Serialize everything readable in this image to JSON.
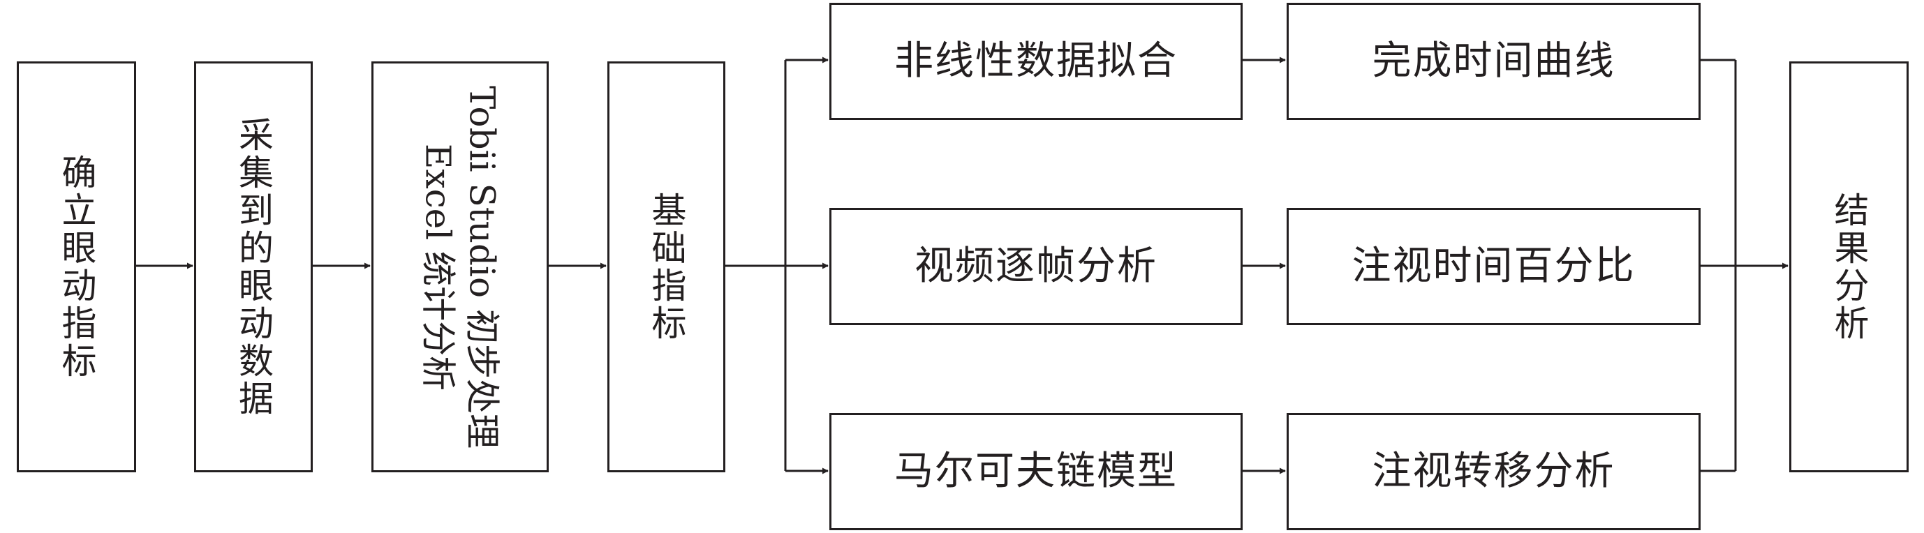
{
  "steps": {
    "step1": "确立眼动指标",
    "step2": "采集到的眼动数据",
    "step3_line1": "Tobii Studio 初步处理",
    "step3_line2": "Excel 统计分析",
    "step4": "基础指标",
    "result": "结果分析"
  },
  "methods": [
    {
      "method": "非线性数据拟合",
      "output": "完成时间曲线"
    },
    {
      "method": "视频逐帧分析",
      "output": "注视时间百分比"
    },
    {
      "method": "马尔可夫链模型",
      "output": "注视转移分析"
    }
  ],
  "colors": {
    "stroke": "#231f20",
    "background": "#ffffff"
  }
}
